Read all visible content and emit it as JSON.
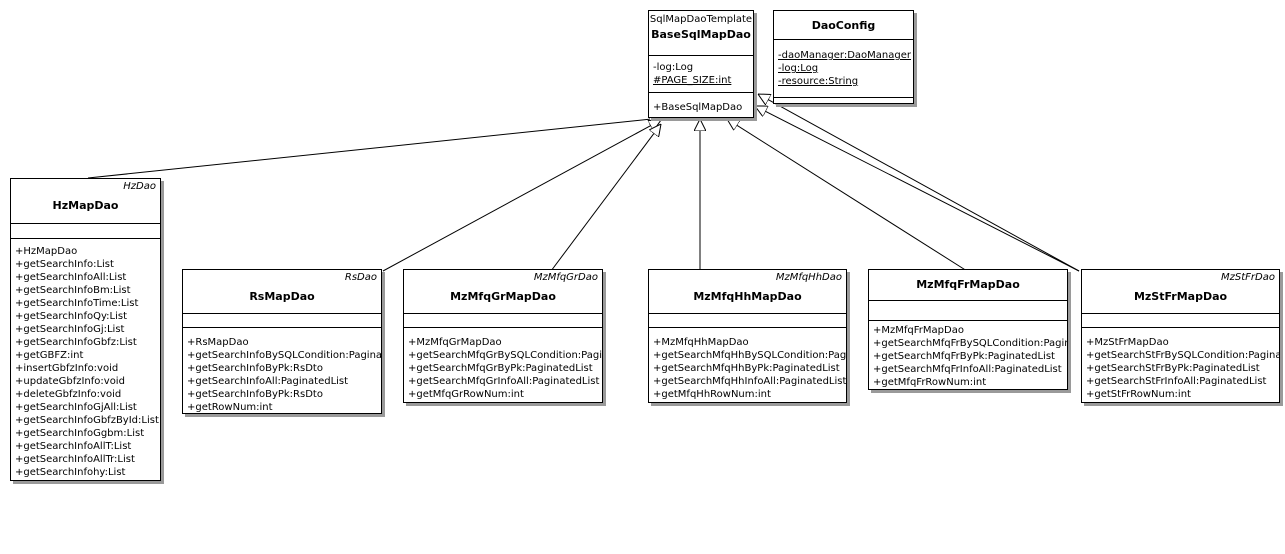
{
  "classes": {
    "base": {
      "stereotype": "SqlMapDaoTemplate",
      "name": "BaseSqlMapDao",
      "attributes": [
        "-log:Log",
        "#PAGE_SIZE:int"
      ],
      "operations": [
        "+BaseSqlMapDao"
      ]
    },
    "daoconfig": {
      "name": "DaoConfig",
      "attributes": [
        "-daoManager:DaoManager",
        "-log:Log",
        "-resource:String"
      ],
      "operations": []
    },
    "hz": {
      "stereotype": "HzDao",
      "name": "HzMapDao",
      "attributes": [],
      "operations": [
        "+HzMapDao",
        "+getSearchInfo:List",
        "+getSearchInfoAll:List",
        "+getSearchInfoBm:List",
        "+getSearchInfoTime:List",
        "+getSearchInfoQy:List",
        "+getSearchInfoGj:List",
        "+getSearchInfoGbfz:List",
        "+getGBFZ:int",
        "+insertGbfzInfo:void",
        "+updateGbfzInfo:void",
        "+deleteGbfzInfo:void",
        "+getSearchInfoGjAll:List",
        "+getSearchInfoGbfzById:List",
        "+getSearchInfoGgbm:List",
        "+getSearchInfoAllT:List",
        "+getSearchInfoAllTr:List",
        "+getSearchInfohy:List"
      ]
    },
    "rs": {
      "stereotype": "RsDao",
      "name": "RsMapDao",
      "attributes": [],
      "operations": [
        "+RsMapDao",
        "+getSearchInfoBySQLCondition:PaginatedList",
        "+getSearchInfoByPk:RsDto",
        "+getSearchInfoAll:PaginatedList",
        "+getSearchInfoByPk:RsDto",
        "+getRowNum:int"
      ]
    },
    "gr": {
      "stereotype": "MzMfqGrDao",
      "name": "MzMfqGrMapDao",
      "attributes": [],
      "operations": [
        "+MzMfqGrMapDao",
        "+getSearchMfqGrBySQLCondition:PaginatedList",
        "+getSearchMfqGrByPk:PaginatedList",
        "+getSearchMfqGrInfoAll:PaginatedList",
        "+getMfqGrRowNum:int"
      ]
    },
    "hh": {
      "stereotype": "MzMfqHhDao",
      "name": "MzMfqHhMapDao",
      "attributes": [],
      "operations": [
        "+MzMfqHhMapDao",
        "+getSearchMfqHhBySQLCondition:PaginatedList",
        "+getSearchMfqHhByPk:PaginatedList",
        "+getSearchMfqHhInfoAll:PaginatedList",
        "+getMfqHhRowNum:int"
      ]
    },
    "fr": {
      "name": "MzMfqFrMapDao",
      "attributes": [],
      "operations": [
        "+MzMfqFrMapDao",
        "+getSearchMfqFrBySQLCondition:PaginatedList",
        "+getSearchMfqFrByPk:PaginatedList",
        "+getSearchMfqFrInfoAll:PaginatedList",
        "+getMfqFrRowNum:int"
      ]
    },
    "st": {
      "stereotype": "MzStFrDao",
      "name": "MzStFrMapDao",
      "attributes": [],
      "operations": [
        "+MzStFrMapDao",
        "+getSearchStFrBySQLCondition:PaginatedList",
        "+getSearchStFrByPk:PaginatedList",
        "+getSearchStFrInfoAll:PaginatedList",
        "+getStFrRowNum:int"
      ]
    }
  }
}
